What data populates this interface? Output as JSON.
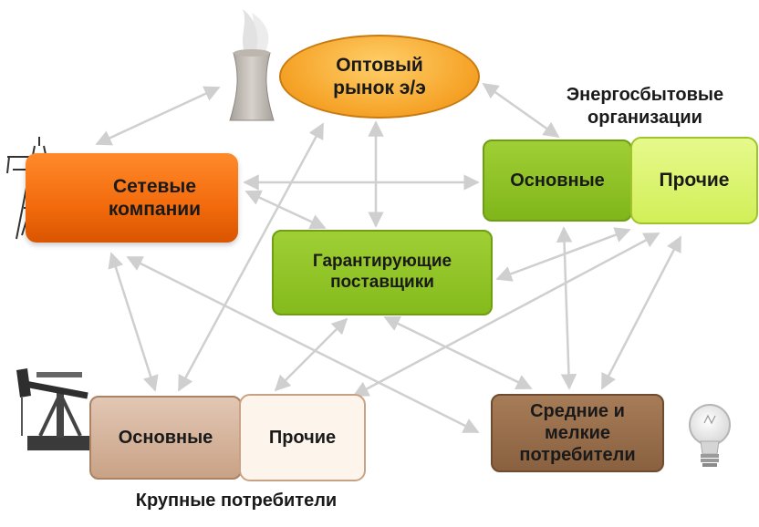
{
  "nodes": {
    "wholesale_market": "Оптовый\nрынок э/э",
    "grid_companies": "Сетевые\nкомпании",
    "guaranteeing_suppliers": "Гарантирующие\nпоставщики",
    "energy_sales_main": "Основные",
    "energy_sales_other": "Прочие",
    "large_consumers_main": "Основные",
    "large_consumers_other": "Прочие",
    "small_medium_consumers": "Средние и\nмелкие\nпотребители"
  },
  "captions": {
    "energy_sales": "Энергосбытовые\nорганизации",
    "large_consumers": "Крупные потребители"
  },
  "icons": [
    "cooling-tower-icon",
    "power-pylon-icon",
    "oil-pump-jack-icon",
    "light-bulb-icon"
  ],
  "colors": {
    "wholesale": "#f6a52a",
    "grid": "#f26a0c",
    "green": "#85bb1c",
    "light_green": "#d8f263",
    "brown": "#8a6140",
    "tan": "#d2b39c",
    "arrow": "#cfcfcf"
  }
}
